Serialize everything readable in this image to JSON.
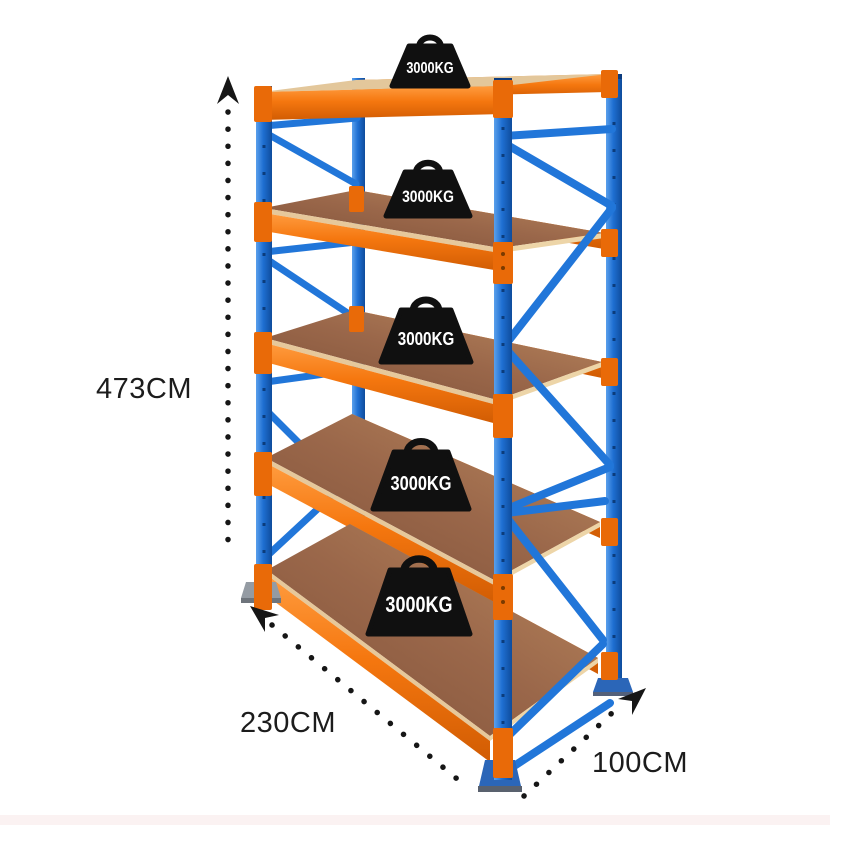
{
  "title": "Heavy-duty warehouse shelving rack with load capacity and dimensions",
  "colors": {
    "frame_blue": "#2176D9",
    "beam_orange": "#F5770F",
    "shelf_wood_brown": "#96654A",
    "badge_black": "#101010",
    "annotation_text": "#1C1C1C",
    "background": "#FFFFFF"
  },
  "rack": {
    "shelf_count": 5,
    "capacity_per_shelf": "3000KG"
  },
  "badges": [
    {
      "label": "3000KG"
    },
    {
      "label": "3000KG"
    },
    {
      "label": "3000KG"
    },
    {
      "label": "3000KG"
    },
    {
      "label": "3000KG"
    }
  ],
  "dimensions": {
    "height": {
      "label": "473CM"
    },
    "width": {
      "label": "230CM"
    },
    "depth": {
      "label": "100CM"
    }
  }
}
